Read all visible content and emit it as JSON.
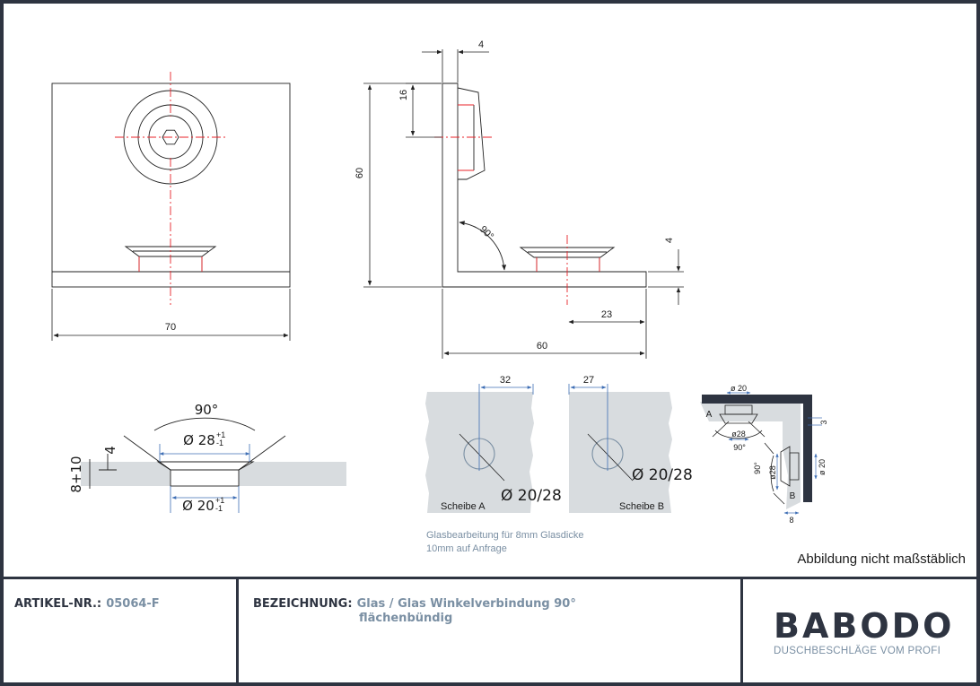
{
  "drawing": {
    "front_view": {
      "width": "70"
    },
    "side_view": {
      "thickness": "4",
      "hole_offset": "16",
      "height": "60",
      "angle": "90°",
      "foot_thickness": "4",
      "hole_distance": "23",
      "foot_length": "60"
    },
    "countersink": {
      "angle": "90°",
      "outer_diameter": "Ø 28",
      "outer_tol_plus": "+1",
      "outer_tol_minus": "-1",
      "depth": "4",
      "glass_thickness": "8+10",
      "inner_diameter": "Ø 20",
      "inner_tol_plus": "+1",
      "inner_tol_minus": "-1"
    },
    "glass_a": {
      "edge_distance": "32",
      "hole": "Ø 20/28",
      "label": "Scheibe A"
    },
    "glass_b": {
      "edge_distance": "27",
      "hole": "Ø 20/28",
      "label": "Scheibe B"
    },
    "assembly": {
      "top_dia": "ø 20",
      "label_a": "A",
      "gap": "3",
      "dia_28_a": "ø28",
      "angle": "90°",
      "dia_28_b": "ø28",
      "dia_20_b": "ø 20",
      "label_b": "B",
      "offset": "8"
    }
  },
  "notes": {
    "glass_line1": "Glasbearbeitung für 8mm Glasdicke",
    "glass_line2": "10mm auf Anfrage",
    "scale": "Abbildung nicht maßstäblich"
  },
  "footer": {
    "article_label": "ARTIKEL-NR.:",
    "article_value": "05064-F",
    "desc_label": "BEZEICHNUNG:",
    "desc_line1": "Glas / Glas Winkelverbindung 90°",
    "desc_line2": "flächenbündig",
    "brand": "BABODO",
    "tagline": "DUSCHBESCHLÄGE VOM PROFI"
  },
  "colors": {
    "frame": "#2e3441",
    "accent": "#7a8fa3",
    "glass_fill": "#d8dcdf",
    "center_line": "#e8232a",
    "dim_blue": "#3f6fb5"
  }
}
